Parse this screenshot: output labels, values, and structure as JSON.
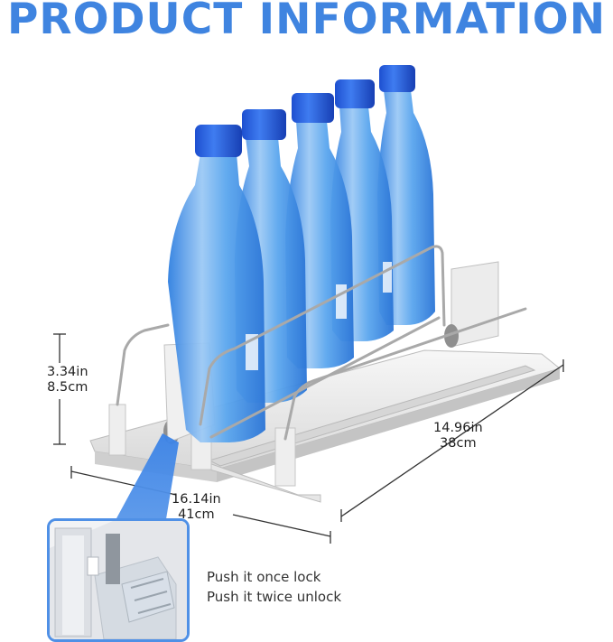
{
  "title": "PRODUCT INFORMATION",
  "brand_color": "#3f84e0",
  "dimensions": {
    "height_in": "3.34in",
    "height_cm": "8.5cm",
    "width_in": "16.14in",
    "width_cm": "41cm",
    "depth_in": "14.96in",
    "depth_cm": "38cm"
  },
  "feature": {
    "line1": "Push it once lock",
    "line2": "Push it twice unlock"
  },
  "icons": [
    "bottle-icon",
    "pusher-tray-icon",
    "lock-detail-icon"
  ]
}
